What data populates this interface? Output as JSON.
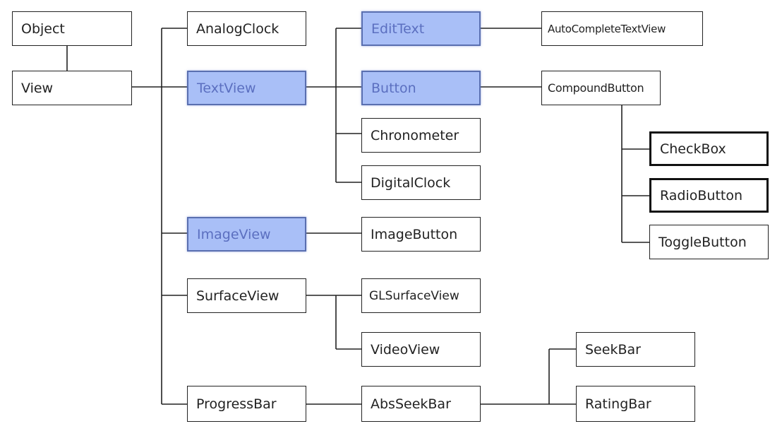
{
  "nodes": {
    "object": "Object",
    "view": "View",
    "analogclock": "AnalogClock",
    "textview": "TextView",
    "imageview": "ImageView",
    "surfaceview": "SurfaceView",
    "progressbar": "ProgressBar",
    "edittext": "EditText",
    "button": "Button",
    "chronometer": "Chronometer",
    "digitalclock": "DigitalClock",
    "imagebutton": "ImageButton",
    "glsurfaceview": "GLSurfaceView",
    "videoview": "VideoView",
    "absseekbar": "AbsSeekBar",
    "autocompletetextview": "AutoCompleteTextView",
    "compoundbutton": "CompoundButton",
    "checkbox": "CheckBox",
    "radiobutton": "RadioButton",
    "togglebutton": "ToggleButton",
    "seekbar": "SeekBar",
    "ratingbar": "RatingBar"
  },
  "highlight_color": "#a9bff7",
  "highlighted": [
    "textview",
    "imageview",
    "edittext",
    "button"
  ]
}
